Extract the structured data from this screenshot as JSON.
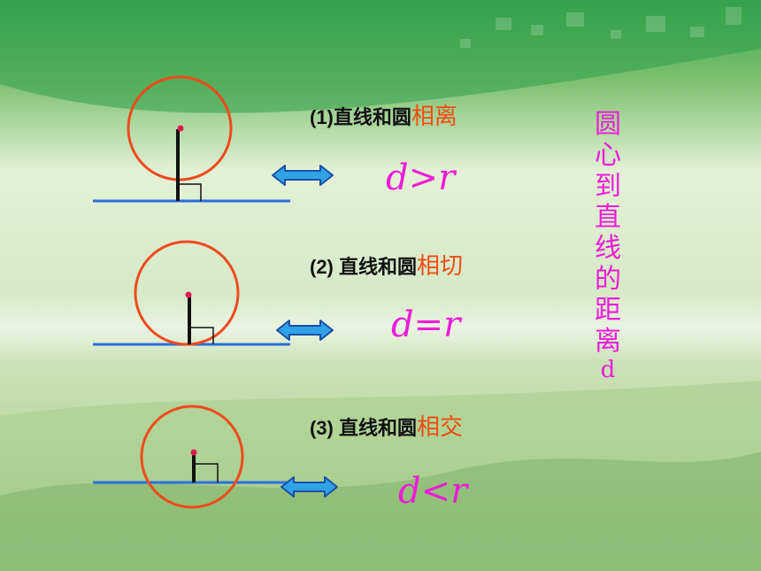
{
  "colors": {
    "circle": "#f04a1e",
    "line": "#2a6fe0",
    "radius": "#111111",
    "center": "#e01a4f",
    "relation": "#f24b12",
    "formula": "#ee1bd9",
    "vertical_text": "#ee1bd9",
    "arrow_fill": "#2fa3e6",
    "arrow_stroke": "#1c4fa8"
  },
  "cases": [
    {
      "prefix": "(1)直线和圆",
      "relation": "相离",
      "formula": "d>r"
    },
    {
      "prefix": "(2) 直线和圆",
      "relation": "相切",
      "formula": "d=r"
    },
    {
      "prefix": "(3) 直线和圆",
      "relation": "相交",
      "formula": "d<r"
    }
  ],
  "vertical_label": [
    "圆",
    "心",
    "到",
    "直",
    "线",
    "的",
    "距",
    "离",
    "d"
  ],
  "icons": [
    "double-arrow-icon",
    "right-angle-icon"
  ]
}
